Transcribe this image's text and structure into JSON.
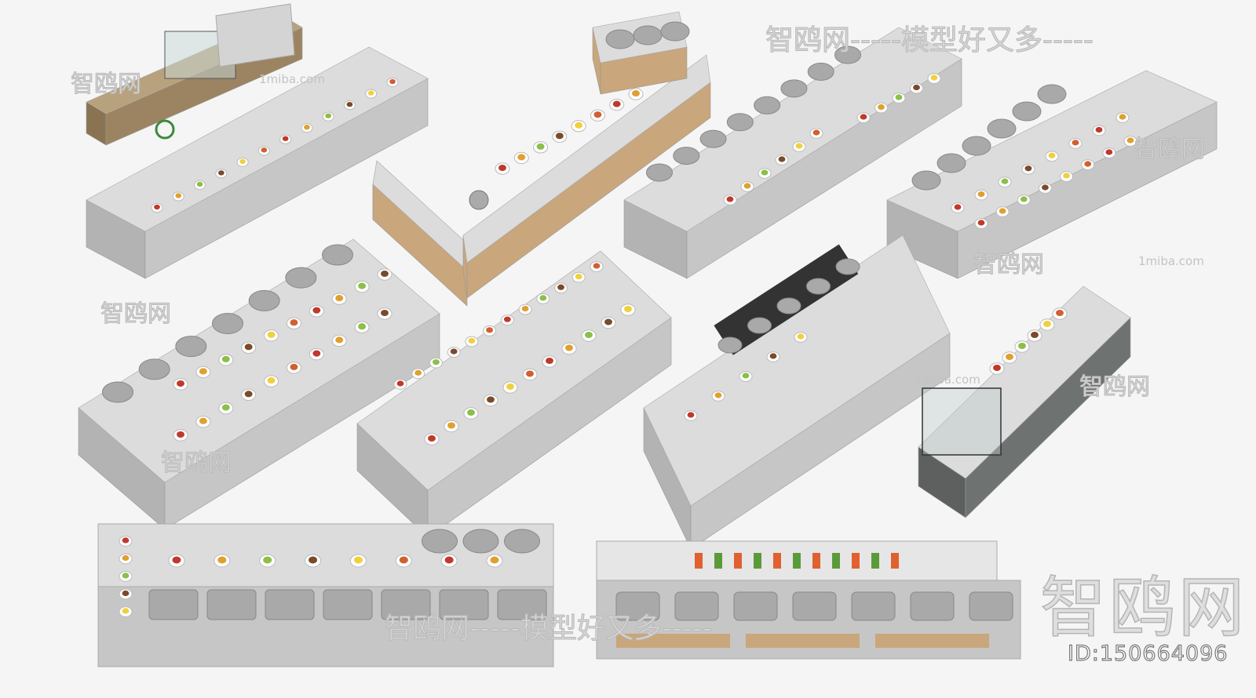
{
  "watermarks": {
    "top_banner": "智鸥网-----模型好又多-----",
    "bottom_banner": "智鸥网-----模型好又多-----",
    "site_small": "1miba.com",
    "brand_small": "智鸥网",
    "brand_big": "智鸥网",
    "model_id": "ID:150664096"
  },
  "colors": {
    "counter_top": "#dcdcdc",
    "counter_front": "#c6c6c6",
    "counter_side": "#b3b3b3",
    "wood": "#c9a67c",
    "plate": "#ffffff",
    "chafing_dish": "#a9a9a9"
  }
}
